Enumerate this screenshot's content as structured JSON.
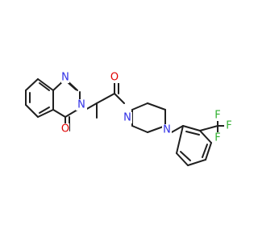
{
  "molecule": {
    "atom_colors": {
      "N": "#2e2ee6",
      "O": "#e00000",
      "F": "#30b030",
      "C": "#1f1f1f"
    },
    "labels": {
      "n_ring_top": "N",
      "n_ring_amide": "N",
      "o_quinazolinone": "O",
      "o_carbonyl": "O",
      "n_piperazine_left": "N",
      "n_piperazine_right": "N",
      "f_top": "F",
      "f_right": "F",
      "f_bottom": "F"
    }
  }
}
